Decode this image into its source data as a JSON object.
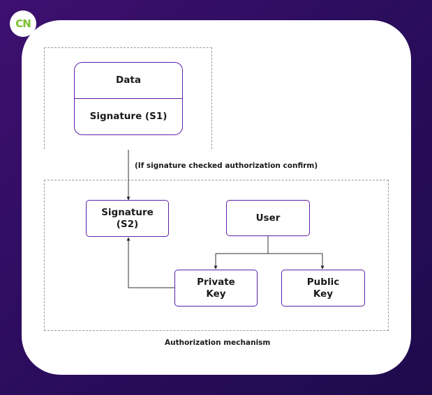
{
  "logo": {
    "text": "CN"
  },
  "top_group": {
    "data_label": "Data",
    "signature_label": "Signature (S1)"
  },
  "condition_label": "(If signature checked authorization confirm)",
  "nodes": {
    "signature_s2": {
      "line1": "Signature",
      "line2": "(S2)"
    },
    "user": "User",
    "private_key": {
      "line1": "Private",
      "line2": "Key"
    },
    "public_key": {
      "line1": "Public",
      "line2": "Key"
    }
  },
  "caption": "Authorization mechanism",
  "colors": {
    "background_gradient": [
      "#3e1070",
      "#1e0b4c"
    ],
    "box_border": "#5e1fa8",
    "logo_text": "#7ac02e",
    "dashed_border": "#9a9a9a"
  }
}
